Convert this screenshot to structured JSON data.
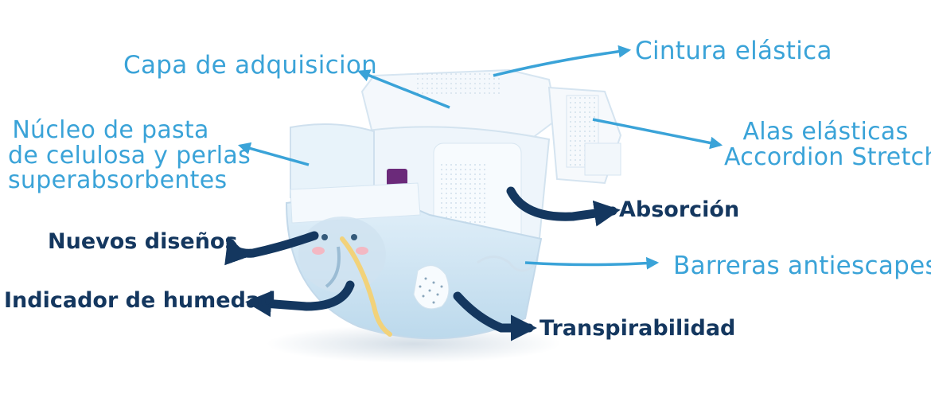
{
  "labels": {
    "capa": "Capa de adquisicion",
    "cintura": "Cintura elástica",
    "nucleo": [
      "Núcleo de pasta",
      "de celulosa y perlas",
      "superabsorbentes"
    ],
    "alas": [
      "Alas elásticas",
      "Accordion Stretch"
    ],
    "absorcion": "Absorción",
    "nuevos": "Nuevos diseños",
    "barreras": "Barreras antiescapes",
    "indicador": "Indicador de humedad",
    "transpira": "Transpirabilidad"
  },
  "colors": {
    "light_text": "#3aa3d8",
    "dark_text": "#14375f",
    "diaper_main": "#eaf4fb",
    "diaper_shadow": "#c9dff0",
    "wetness_strip": "#f2d27a"
  },
  "icons": [
    "diaper-illustration",
    "arrow-icon"
  ]
}
